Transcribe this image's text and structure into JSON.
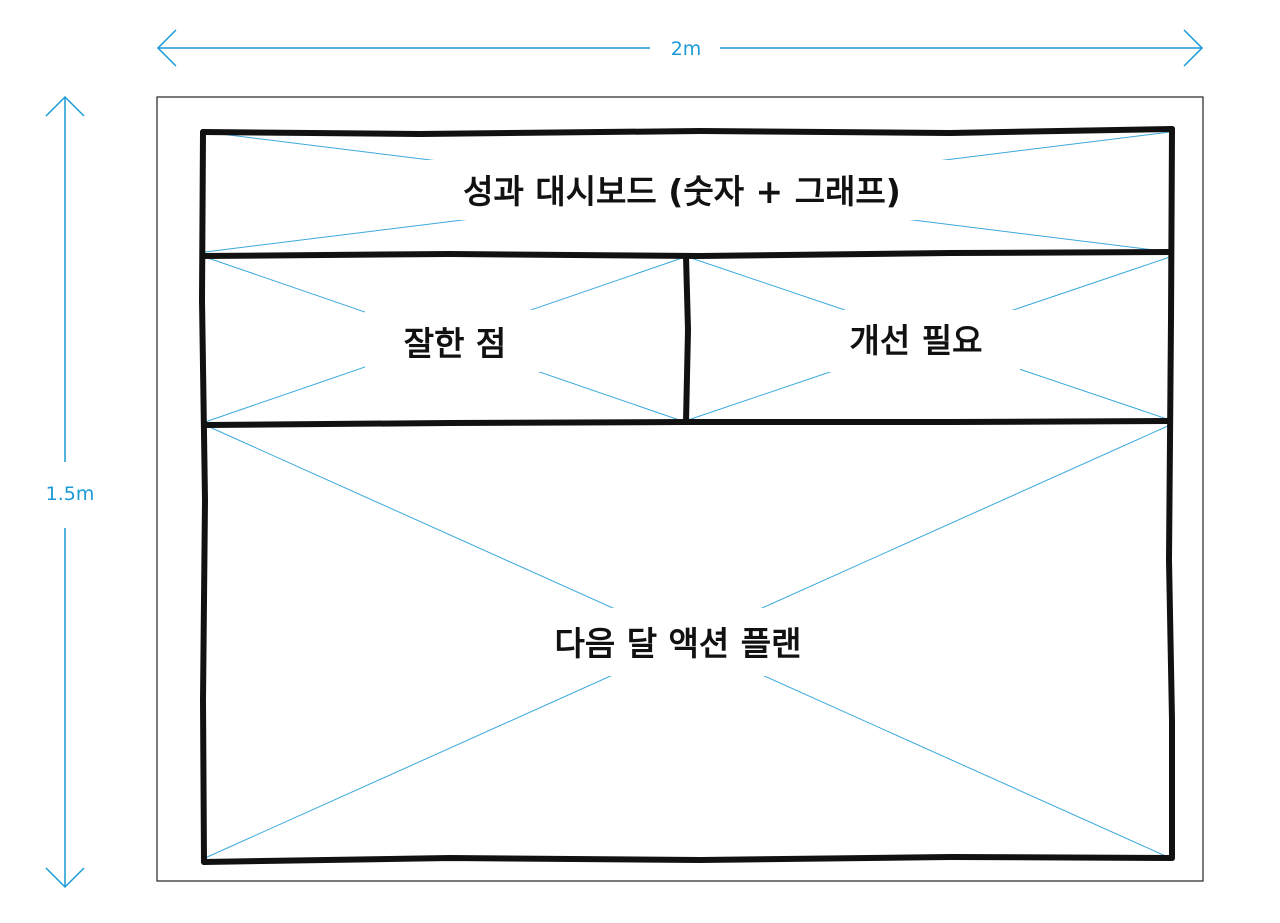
{
  "dimensions": {
    "width_label": "2m",
    "height_label": "1.5m"
  },
  "sections": {
    "header": {
      "label": "성과 대시보드 (숫자 + 그래프)"
    },
    "strengths": {
      "label": "잘한 점"
    },
    "improvements": {
      "label": "개선 필요"
    },
    "action_plan": {
      "label": "다음 달 액션 플랜"
    }
  },
  "colors": {
    "dimension": "#1a9ad6",
    "cross_lines": "#3aa9dc",
    "border": "#111111",
    "outer_frame": "#222222",
    "background": "#ffffff"
  }
}
